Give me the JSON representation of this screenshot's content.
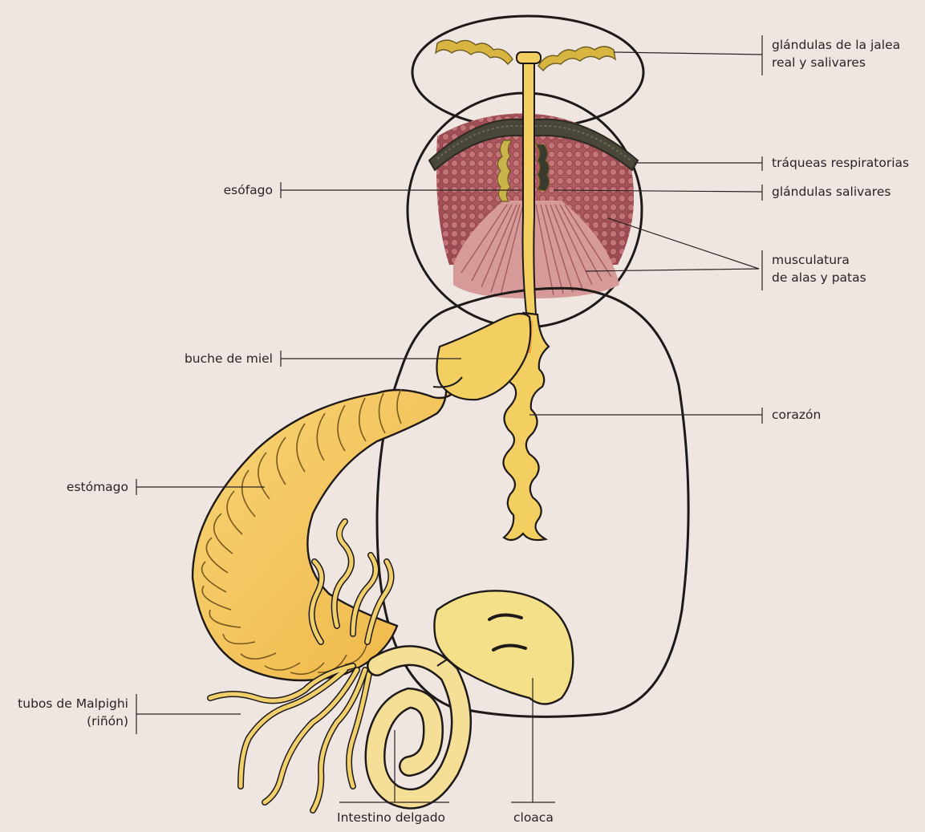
{
  "labels": {
    "jalea": [
      "glándulas de la jalea",
      "real y salivares"
    ],
    "traqueas": "tráqueas respiratorias",
    "salivares": "glándulas salivares",
    "musculatura": [
      "musculatura",
      "de alas y patas"
    ],
    "corazon": "corazón",
    "esofago": "esófago",
    "buche": "buche de miel",
    "estomago": "estómago",
    "malpighi": [
      "tubos de Malpighi",
      "(riñón)"
    ],
    "intestino": "Intestino delgado",
    "cloaca": "cloaca"
  },
  "colors": {
    "background": "#efe5e1",
    "outline": "#1e1a1a",
    "digestive_yellow": "#f3cf62",
    "stomach_orange": "#efb545",
    "muscle_red": "#c98486",
    "trachea_dark": "#4a4638",
    "gland_green": "#c9b34a"
  }
}
